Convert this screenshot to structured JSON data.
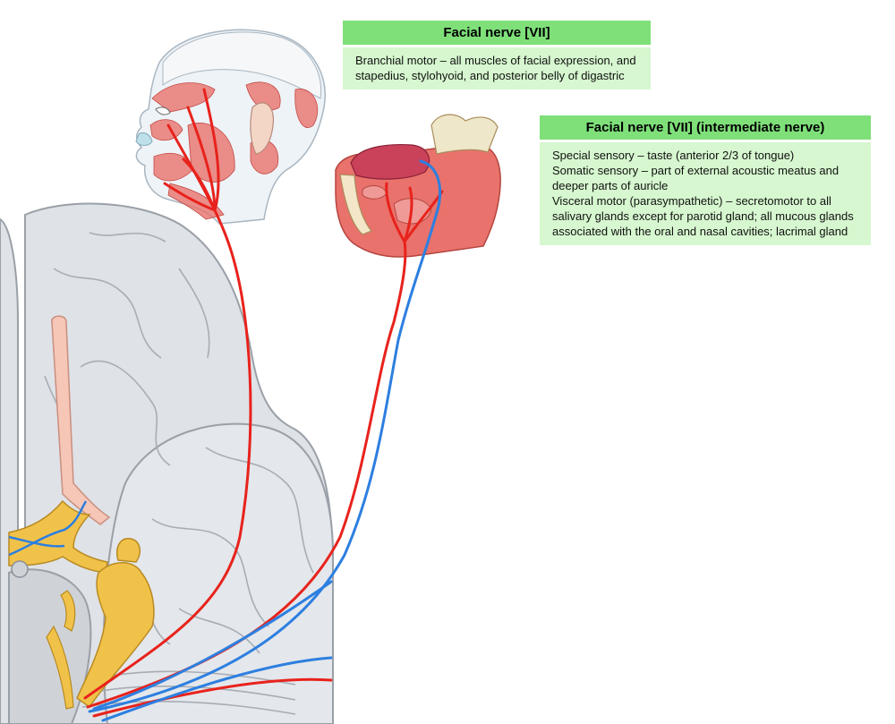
{
  "colors": {
    "header_green": "#7fe07a",
    "body_green": "#d6f7cf",
    "nerve_red": "#e8221c",
    "nerve_blue": "#2d7fe0",
    "brain_grey": "#dfe2e6",
    "cranial_nerve_yellow": "#f1c24a",
    "muscle_red": "#e9726c"
  },
  "facial_nerve": {
    "title": "Facial nerve [VII]",
    "lines": [
      "Branchial motor – all muscles of facial expression, and",
      "stapedius, stylohyoid, and posterior belly of digastric"
    ]
  },
  "intermediate_nerve": {
    "title": "Facial nerve [VII] (intermediate nerve)",
    "lines": [
      "Special sensory – taste (anterior 2/3 of tongue)",
      "Somatic sensory – part of external acoustic meatus and",
      "deeper parts of auricle",
      "Visceral motor (parasympathetic) – secretomotor to all",
      "salivary glands except for parotid gland; all mucous glands",
      "associated with the oral and nasal cavities; lacrimal gland"
    ]
  }
}
